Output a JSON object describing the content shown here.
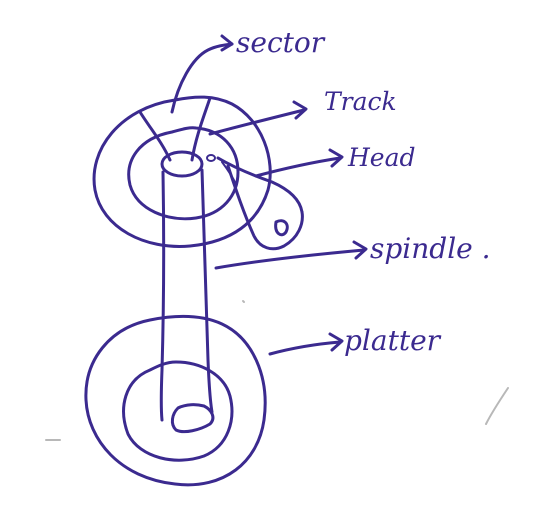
{
  "labels": {
    "sector": "sector",
    "track": "Track",
    "head": "Head",
    "spindle": "spindle .",
    "platter": "platter"
  },
  "colors": {
    "ink": "#3b2a8f",
    "background": "#ffffff",
    "smudge": "#b8b8b8"
  }
}
